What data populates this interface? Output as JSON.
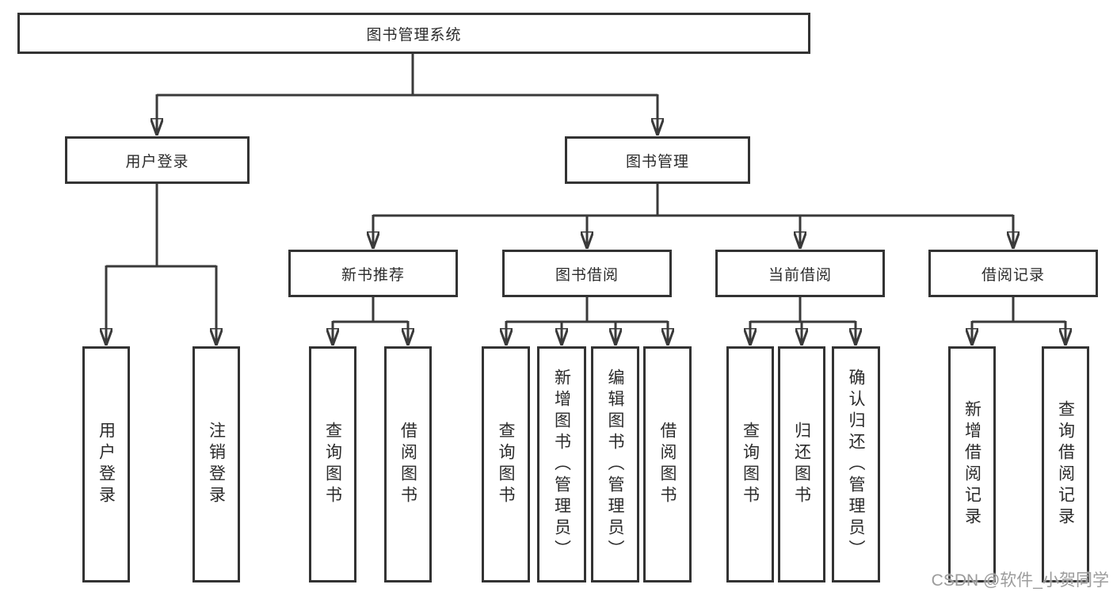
{
  "diagram": {
    "root": {
      "label": "图书管理系统"
    },
    "branches": [
      {
        "label": "用户登录",
        "leaves": [
          "用户登录",
          "注销登录"
        ]
      },
      {
        "label": "图书管理",
        "groups": [
          {
            "label": "新书推荐",
            "leaves": [
              "查询图书",
              "借阅图书"
            ]
          },
          {
            "label": "图书借阅",
            "leaves": [
              "查询图书",
              "新增图书（管理员）",
              "编辑图书（管理员）",
              "借阅图书"
            ]
          },
          {
            "label": "当前借阅",
            "leaves": [
              "查询图书",
              "归还图书",
              "确认归还（管理员）"
            ]
          },
          {
            "label": "借阅记录",
            "leaves": [
              "新增借阅记录",
              "查询借阅记录"
            ]
          }
        ]
      }
    ]
  },
  "watermark": "CSDN @软件_小贺同学",
  "colors": {
    "line": "#3a3a3a",
    "box_border": "#333333",
    "text": "#2b2b2b",
    "watermark": "#9c9c9c",
    "background": "#ffffff"
  }
}
